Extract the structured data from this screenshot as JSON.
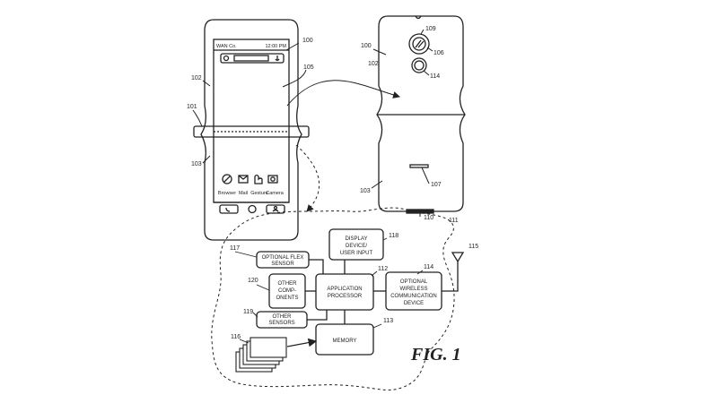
{
  "figure_label": "FIG. 1",
  "ref_labels": {
    "r100a": "100",
    "r100b": "100",
    "r101": "101",
    "r102a": "102",
    "r102b": "102",
    "r103a": "103",
    "r103b": "103",
    "r105": "105",
    "r106": "106",
    "r107": "107",
    "r109": "109",
    "r110": "110",
    "r111": "111",
    "r112": "112",
    "r113": "113",
    "r114": "114",
    "r114b": "114",
    "r115": "115",
    "r116": "116",
    "r117": "117",
    "r118": "118",
    "r119": "119",
    "r120": "120"
  },
  "phone": {
    "carrier": "WAN Co.",
    "time": "12:00 PM",
    "apps": [
      "Browser",
      "Mail",
      "Gesture",
      "Camera"
    ]
  },
  "blocks": {
    "display_line1": "DISPLAY",
    "display_line2": "DEVICE/",
    "display_line3": "USER INPUT",
    "flex_line1": "OPTIONAL FLEX",
    "flex_line2": "SENSOR",
    "other_comp_line1": "OTHER",
    "other_comp_line2": "COMP-",
    "other_comp_line3": "ONENTS",
    "app_proc_line1": "APPLICATION",
    "app_proc_line2": "PROCESSOR",
    "wireless_line1": "OPTIONAL",
    "wireless_line2": "WIRELESS",
    "wireless_line3": "COMMUNICATION",
    "wireless_line4": "DEVICE",
    "other_sensors_line1": "OTHER",
    "other_sensors_line2": "SENSORS",
    "memory": "MEMORY"
  }
}
